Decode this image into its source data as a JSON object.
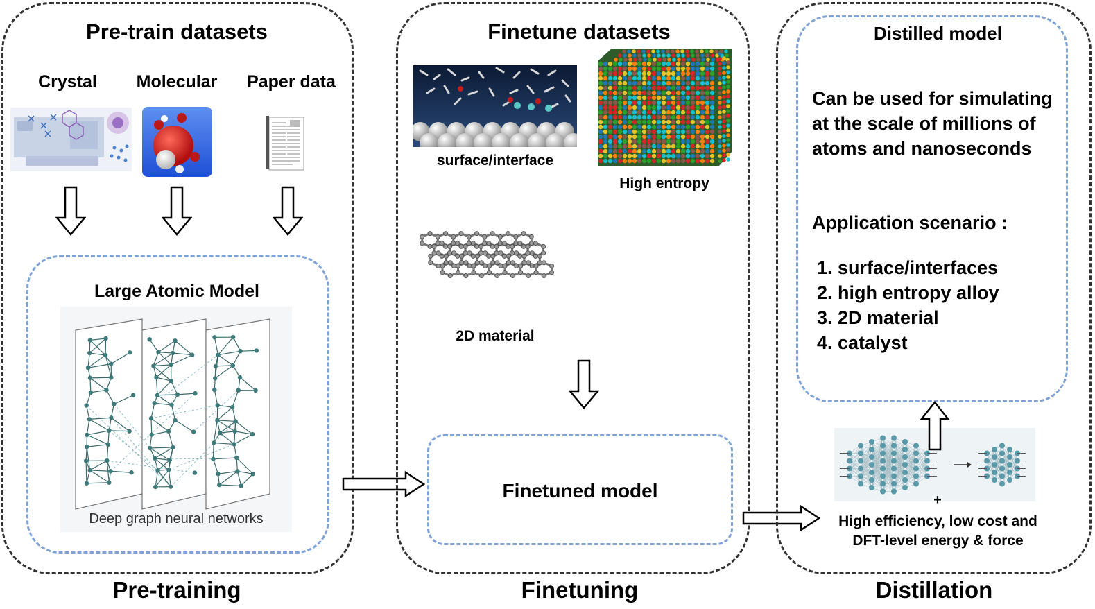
{
  "pretrain": {
    "title": "Pre-train datasets",
    "sources": [
      "Crystal",
      "Molecular",
      "Paper data"
    ],
    "model_title": "Large Atomic Model",
    "model_caption": "Deep graph neural networks",
    "stage_label": "Pre-training"
  },
  "finetune": {
    "title": "Finetune datasets",
    "datasets": [
      "surface/interface",
      "High entropy",
      "2D material"
    ],
    "model_label": "Finetuned model",
    "stage_label": "Finetuning"
  },
  "distill": {
    "model_title": "Distilled model",
    "description": "Can be used for simulating at the scale of millions of atoms and nanoseconds",
    "scenario_heading": "Application scenario :",
    "scenarios": [
      "1. surface/interfaces",
      "2. high entropy alloy",
      "3. 2D material",
      "4. catalyst"
    ],
    "plus": "+",
    "benefit_line1": "High efficiency, low cost and",
    "benefit_line2": "DFT-level energy & force",
    "stage_label": "Distillation"
  },
  "colors": {
    "panel_border": "#333333",
    "inner_border": "#7fa3d6",
    "node_color": "#3e7a7a",
    "nn_node": "#5a9aa8"
  }
}
